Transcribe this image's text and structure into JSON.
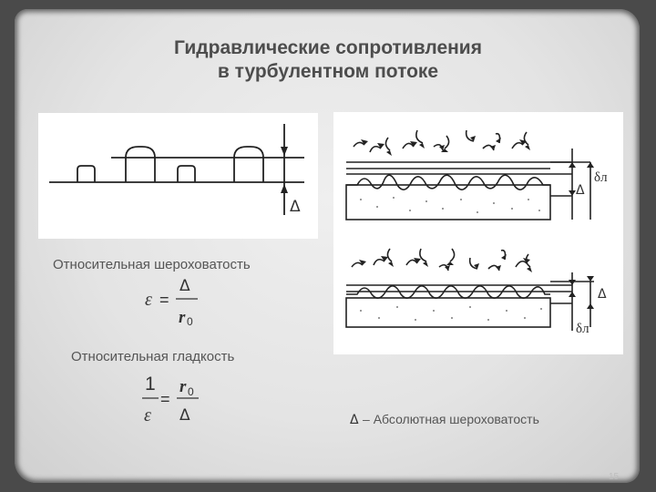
{
  "slide": {
    "title_line1": "Гидравлические сопротивления",
    "title_line2": "в турбулентном потоке",
    "page_number": "15"
  },
  "left_diagram": {
    "delta_label": "Δ"
  },
  "relative_roughness": {
    "label": "Относительная шероховатость",
    "lhs": "ε",
    "equals": "=",
    "numerator": "Δ",
    "denominator": "r",
    "denominator_sub": "0"
  },
  "relative_smoothness": {
    "label": "Относительная гладкость",
    "lhs_numerator": "1",
    "lhs_denominator": "ε",
    "equals": "=",
    "numerator": "r",
    "numerator_sub": "0",
    "denominator": "Δ"
  },
  "right_diagram": {
    "top_delta_label": "Δ",
    "top_layer_label": "δл",
    "bottom_delta_label": "Δ",
    "bottom_layer_label": "δл"
  },
  "absolute_roughness": {
    "symbol": "Δ",
    "label": "– Абсолютная шероховатость"
  }
}
